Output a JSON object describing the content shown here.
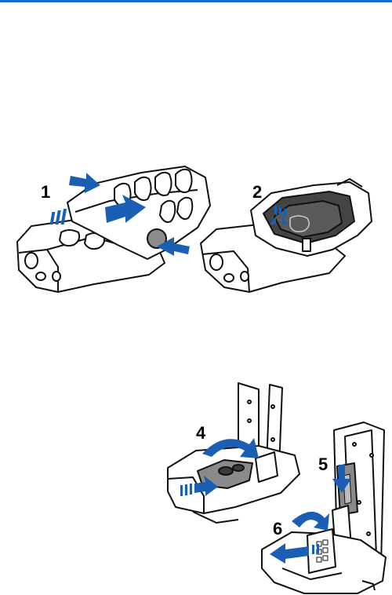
{
  "header": {
    "rule_color": "#1a66cc"
  },
  "colors": {
    "arrow": "#1a5fb4",
    "outline": "#111111",
    "fill_light": "#ffffff",
    "fill_grey": "#9a9a9a",
    "fill_dark": "#3a3a3a"
  },
  "figure_top": {
    "steps": [
      {
        "number": "1"
      },
      {
        "number": "2"
      }
    ]
  },
  "figure_bottom": {
    "steps": [
      {
        "number": "4"
      },
      {
        "number": "5"
      },
      {
        "number": "6"
      }
    ]
  }
}
